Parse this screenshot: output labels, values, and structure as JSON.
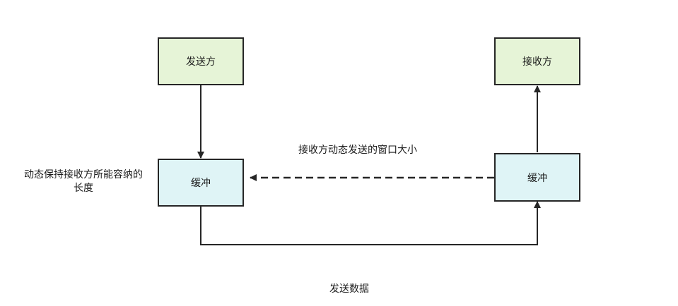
{
  "nodes": {
    "sender": "发送方",
    "receiver": "接收方",
    "sender_buffer": "缓冲",
    "receiver_buffer": "缓冲"
  },
  "labels": {
    "window_feedback": "接收方动态发送的窗口大小",
    "buffer_note_line1": "动态保持接收方所能容纳的",
    "buffer_note_line2": "长度",
    "send_data": "发送数据"
  },
  "colors": {
    "green_fill": "#e6f4d7",
    "cyan_fill": "#dff4f6",
    "stroke": "#262626"
  }
}
